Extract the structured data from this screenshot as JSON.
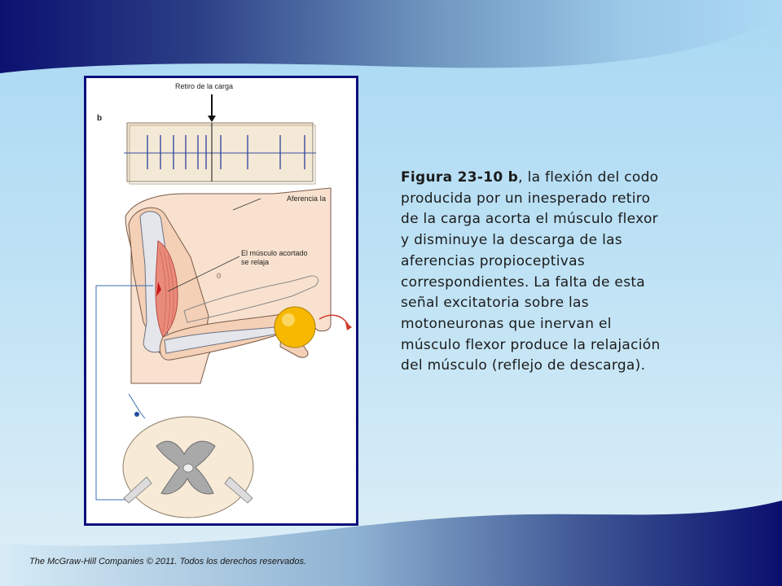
{
  "figure": {
    "label_b": "b",
    "label_retiro": "Retiro de la carga",
    "label_aferencia": "Aferencia Ia",
    "label_musculo_line1": "El músculo acortado",
    "label_musculo_line2": "se relaja",
    "label_zero": "0"
  },
  "caption": {
    "title": "Figura 23-10 b",
    "body": ", la flexión del codo producida por un inesperado retiro de la carga acorta el músculo flexor y disminuye la descarga de las aferencias  propioceptivas correspondientes. La falta de esta señal excitatoria sobre las motoneuronas que inervan el músculo flexor produce la relajación del músculo (reflejo de descarga)."
  },
  "footer": {
    "copyright": "The McGraw-Hill Companies © 2011. Todos los derechos reservados."
  },
  "colors": {
    "navy": "#0b0f7a",
    "sky": "#a9d8f3",
    "ball": "#f6b800",
    "arrow": "#d23a2a"
  }
}
